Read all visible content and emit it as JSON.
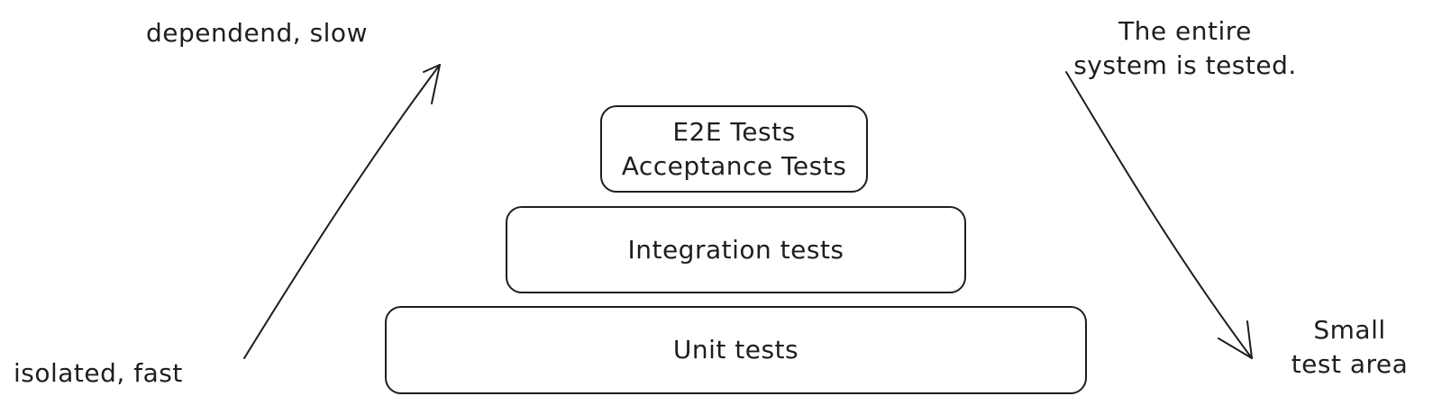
{
  "labels": {
    "top_left": "dependend, slow",
    "bottom_left": "isolated, fast",
    "top_right_line1": "The entire",
    "top_right_line2": "system is tested.",
    "bottom_right_line1": "Small",
    "bottom_right_line2": "test area"
  },
  "pyramid": {
    "top_line1": "E2E Tests",
    "top_line2": "Acceptance Tests",
    "middle": "Integration tests",
    "bottom": "Unit tests"
  },
  "colors": {
    "ink": "#1e1e1e",
    "background": "#ffffff"
  }
}
